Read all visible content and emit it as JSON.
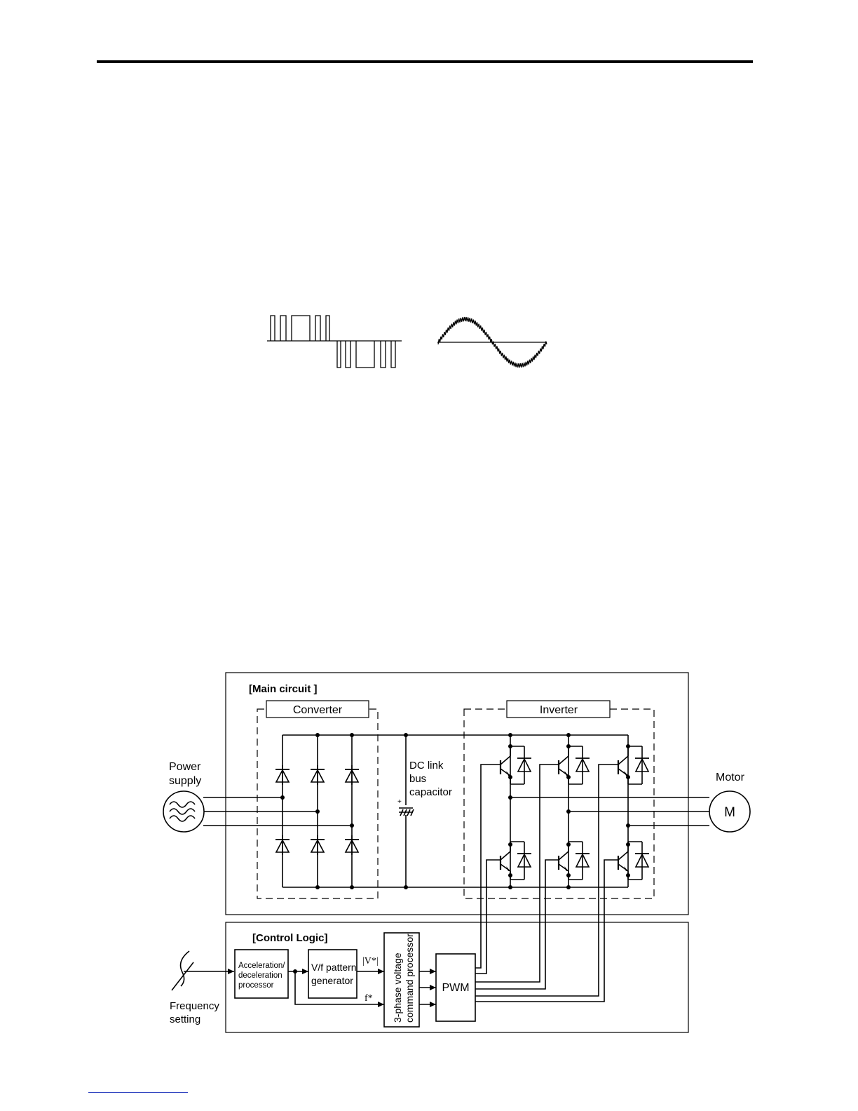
{
  "main_circuit": {
    "title": "[Main circuit ]",
    "converter_label": "Converter",
    "inverter_label": "Inverter",
    "capacitor_label": [
      "DC link",
      "bus",
      "capacitor"
    ],
    "capacitor_polarity": "+"
  },
  "power_supply_label": [
    "Power",
    "supply"
  ],
  "motor_label": "Motor",
  "motor_symbol": "M",
  "control_logic": {
    "title": "[Control Logic]",
    "accel_block": [
      "Acceleration/",
      "deceleration",
      "processor"
    ],
    "vf_block": [
      "V/f pattern",
      "generator"
    ],
    "three_phase_block": [
      "3-phase voltage",
      "command processor"
    ],
    "pwm_block": "PWM",
    "v_signal": "|V*|",
    "f_signal": "f*"
  },
  "frequency_setting_label": [
    "Frequency",
    "setting"
  ],
  "colors": {
    "line": "#000000",
    "link_rule": "#2b3fbf"
  }
}
